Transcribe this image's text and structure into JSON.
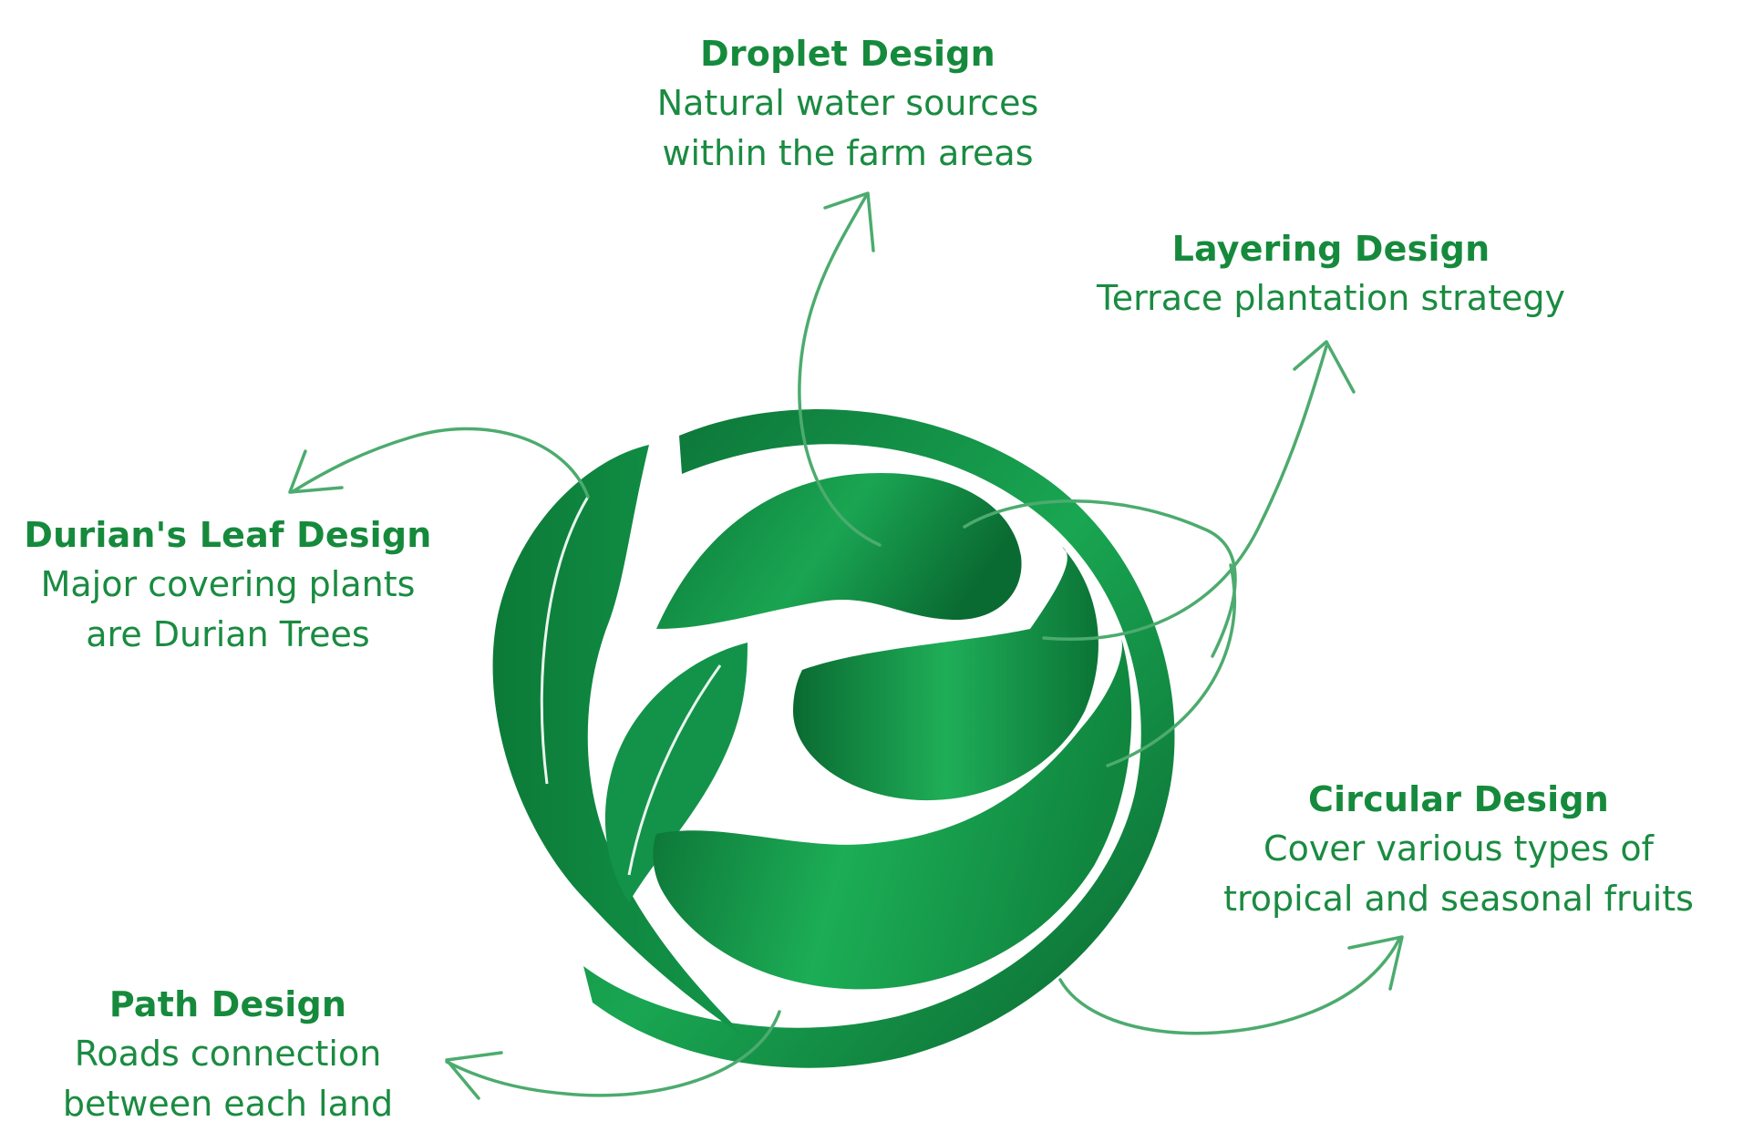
{
  "callouts": {
    "droplet": {
      "title": "Droplet Design",
      "lines": [
        "Natural water sources",
        "within the farm areas"
      ]
    },
    "layering": {
      "title": "Layering Design",
      "lines": [
        "Terrace plantation strategy"
      ]
    },
    "leaf": {
      "title": "Durian's Leaf Design",
      "lines": [
        "Major covering plants",
        "are Durian Trees"
      ]
    },
    "circular": {
      "title": "Circular Design",
      "lines": [
        "Cover various types of",
        "tropical and seasonal fruits"
      ]
    },
    "path": {
      "title": "Path Design",
      "lines": [
        "Roads connection",
        "between each land"
      ]
    }
  },
  "colors": {
    "text_green": "#168a3c",
    "arrow_green": "#4cab6e",
    "logo_dark": "#0a6b34",
    "logo_light": "#1db057"
  },
  "icons": {
    "logo": "durian-leaf-circle-logo"
  }
}
